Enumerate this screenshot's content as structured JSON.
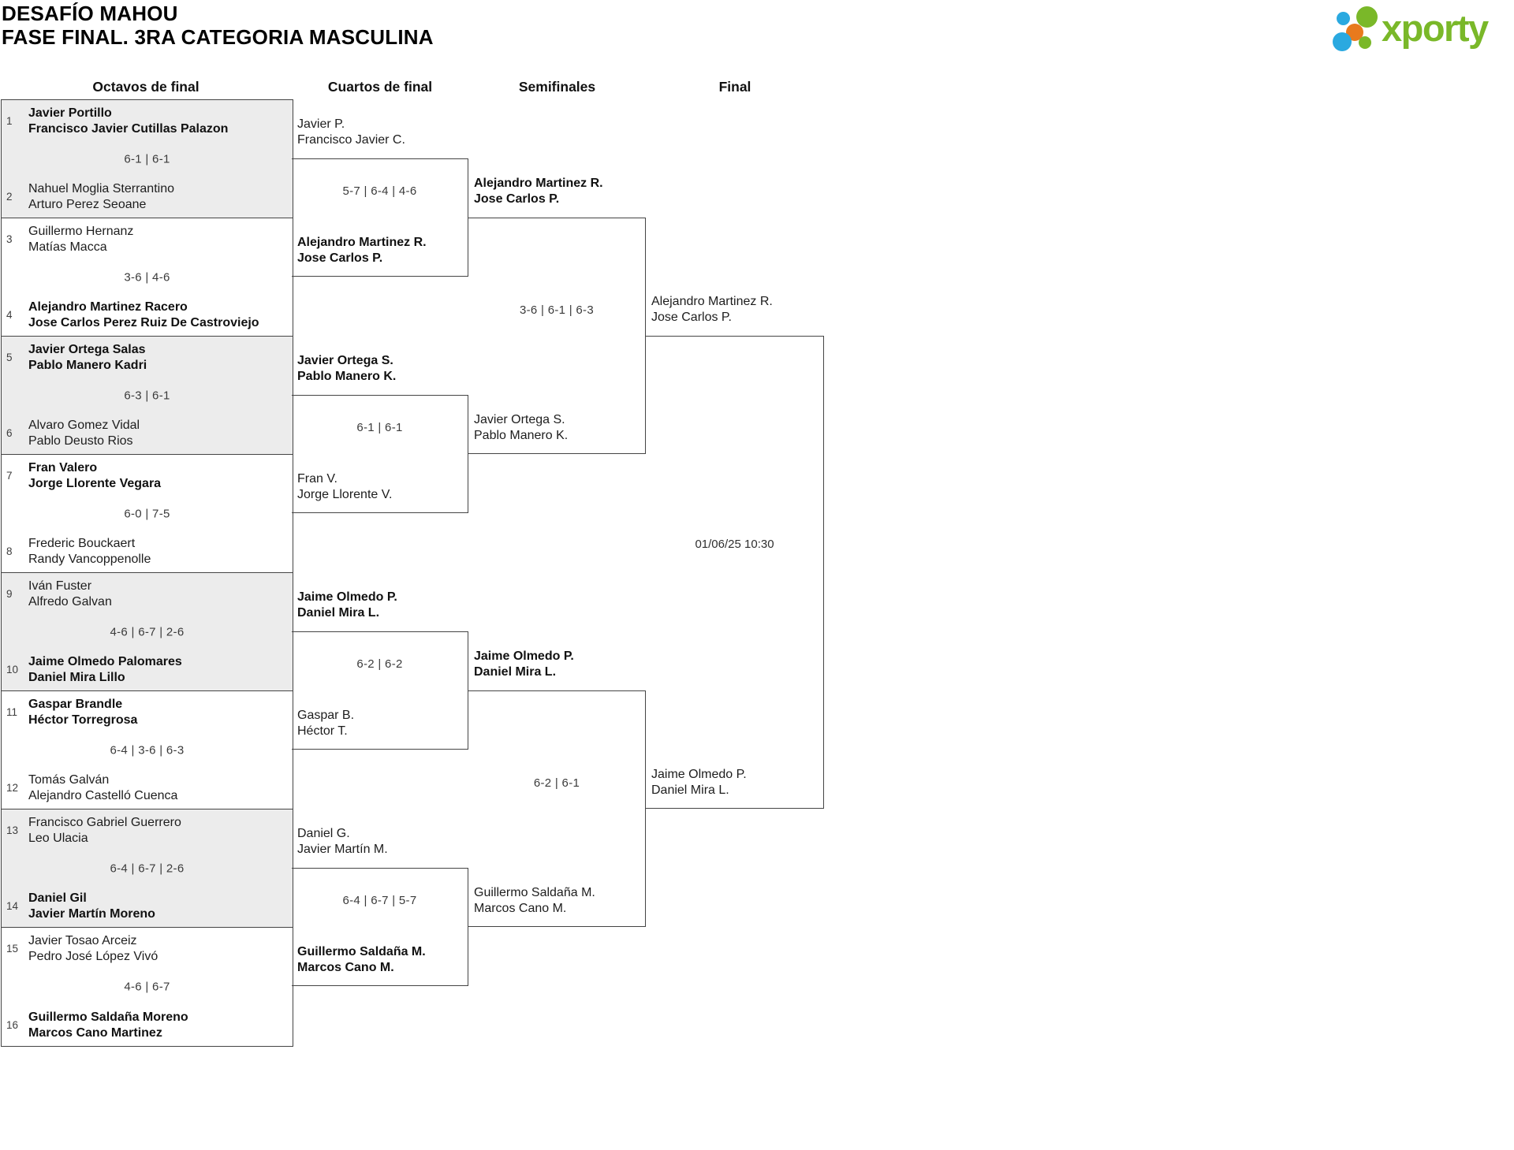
{
  "header": {
    "title_line1": "DESAFÍO MAHOU",
    "title_line2": "FASE FINAL. 3RA CATEGORIA MASCULINA"
  },
  "logo": {
    "wordmark": "xporty"
  },
  "round_headers": {
    "octavos": "Octavos de final",
    "cuartos": "Cuartos de final",
    "semifinales": "Semifinales",
    "final": "Final"
  },
  "octavos": {
    "matches": [
      {
        "seed1": "1",
        "team1": [
          "Javier Portillo",
          "Francisco Javier Cutillas Palazon"
        ],
        "score": "6-1 | 6-1",
        "seed2": "2",
        "team2": [
          "Nahuel Moglia Sterrantino",
          "Arturo Perez Seoane"
        ],
        "winner": "team1"
      },
      {
        "seed1": "3",
        "team1": [
          "Guillermo Hernanz",
          "Matías Macca"
        ],
        "score": "3-6 | 4-6",
        "seed2": "4",
        "team2": [
          "Alejandro Martinez Racero",
          "Jose Carlos Perez Ruiz De Castroviejo"
        ],
        "winner": "team2"
      },
      {
        "seed1": "5",
        "team1": [
          "Javier Ortega Salas",
          "Pablo Manero Kadri"
        ],
        "score": "6-3 | 6-1",
        "seed2": "6",
        "team2": [
          "Alvaro Gomez Vidal",
          "Pablo Deusto Rios"
        ],
        "winner": "team1"
      },
      {
        "seed1": "7",
        "team1": [
          "Fran Valero",
          "Jorge Llorente Vegara"
        ],
        "score": "6-0 | 7-5",
        "seed2": "8",
        "team2": [
          "Frederic Bouckaert",
          "Randy Vancoppenolle"
        ],
        "winner": "team1"
      },
      {
        "seed1": "9",
        "team1": [
          "Iván Fuster",
          "Alfredo Galvan"
        ],
        "score": "4-6 | 6-7 | 2-6",
        "seed2": "10",
        "team2": [
          "Jaime Olmedo Palomares",
          "Daniel Mira Lillo"
        ],
        "winner": "team2"
      },
      {
        "seed1": "11",
        "team1": [
          "Gaspar Brandle",
          "Héctor Torregrosa"
        ],
        "score": "6-4 | 3-6 | 6-3",
        "seed2": "12",
        "team2": [
          "Tomás Galván",
          "Alejandro Castelló Cuenca"
        ],
        "winner": "team1"
      },
      {
        "seed1": "13",
        "team1": [
          "Francisco Gabriel Guerrero",
          "Leo Ulacia"
        ],
        "score": "6-4 | 6-7 | 2-6",
        "seed2": "14",
        "team2": [
          "Daniel Gil",
          "Javier Martín Moreno"
        ],
        "winner": "team2"
      },
      {
        "seed1": "15",
        "team1": [
          "Javier Tosao Arceiz",
          "Pedro José López Vivó"
        ],
        "score": "4-6 | 6-7",
        "seed2": "16",
        "team2": [
          "Guillermo Saldaña Moreno",
          "Marcos Cano Martinez"
        ],
        "winner": "team2"
      }
    ]
  },
  "cuartos": {
    "matches": [
      {
        "team1": [
          "Javier P.",
          "Francisco Javier C."
        ],
        "team2": [
          "Alejandro Martinez R.",
          "Jose Carlos P."
        ],
        "score": "5-7 | 6-4 | 4-6",
        "winner": "team2"
      },
      {
        "team1": [
          "Javier Ortega S.",
          "Pablo Manero K."
        ],
        "team2": [
          "Fran V.",
          "Jorge Llorente V."
        ],
        "score": "6-1 | 6-1",
        "winner": "team1"
      },
      {
        "team1": [
          "Jaime Olmedo P.",
          "Daniel Mira L."
        ],
        "team2": [
          "Gaspar B.",
          "Héctor T."
        ],
        "score": "6-2 | 6-2",
        "winner": "team1"
      },
      {
        "team1": [
          "Daniel G.",
          "Javier Martín M."
        ],
        "team2": [
          "Guillermo Saldaña M.",
          "Marcos Cano M."
        ],
        "score": "6-4 | 6-7 | 5-7",
        "winner": "team2"
      }
    ]
  },
  "semifinales": {
    "matches": [
      {
        "team1": [
          "Alejandro Martinez R.",
          "Jose Carlos P."
        ],
        "team2": [
          "Javier Ortega S.",
          "Pablo Manero K."
        ],
        "score": "3-6 | 6-1 | 6-3",
        "winner": "team1"
      },
      {
        "team1": [
          "Jaime Olmedo P.",
          "Daniel Mira L."
        ],
        "team2": [
          "Guillermo Saldaña M.",
          "Marcos Cano M."
        ],
        "score": "6-2 | 6-1",
        "winner": "team1"
      }
    ]
  },
  "final": {
    "team1": [
      "Alejandro Martinez R.",
      "Jose Carlos P."
    ],
    "team2": [
      "Jaime Olmedo P.",
      "Daniel Mira L."
    ],
    "scheduled": "01/06/25 10:30"
  },
  "colors": {
    "logo_green": "#7ab829",
    "logo_blue": "#2aa9e0",
    "logo_orange": "#e87a1d",
    "alt_cell_bg": "#ececec",
    "line": "#444444"
  }
}
